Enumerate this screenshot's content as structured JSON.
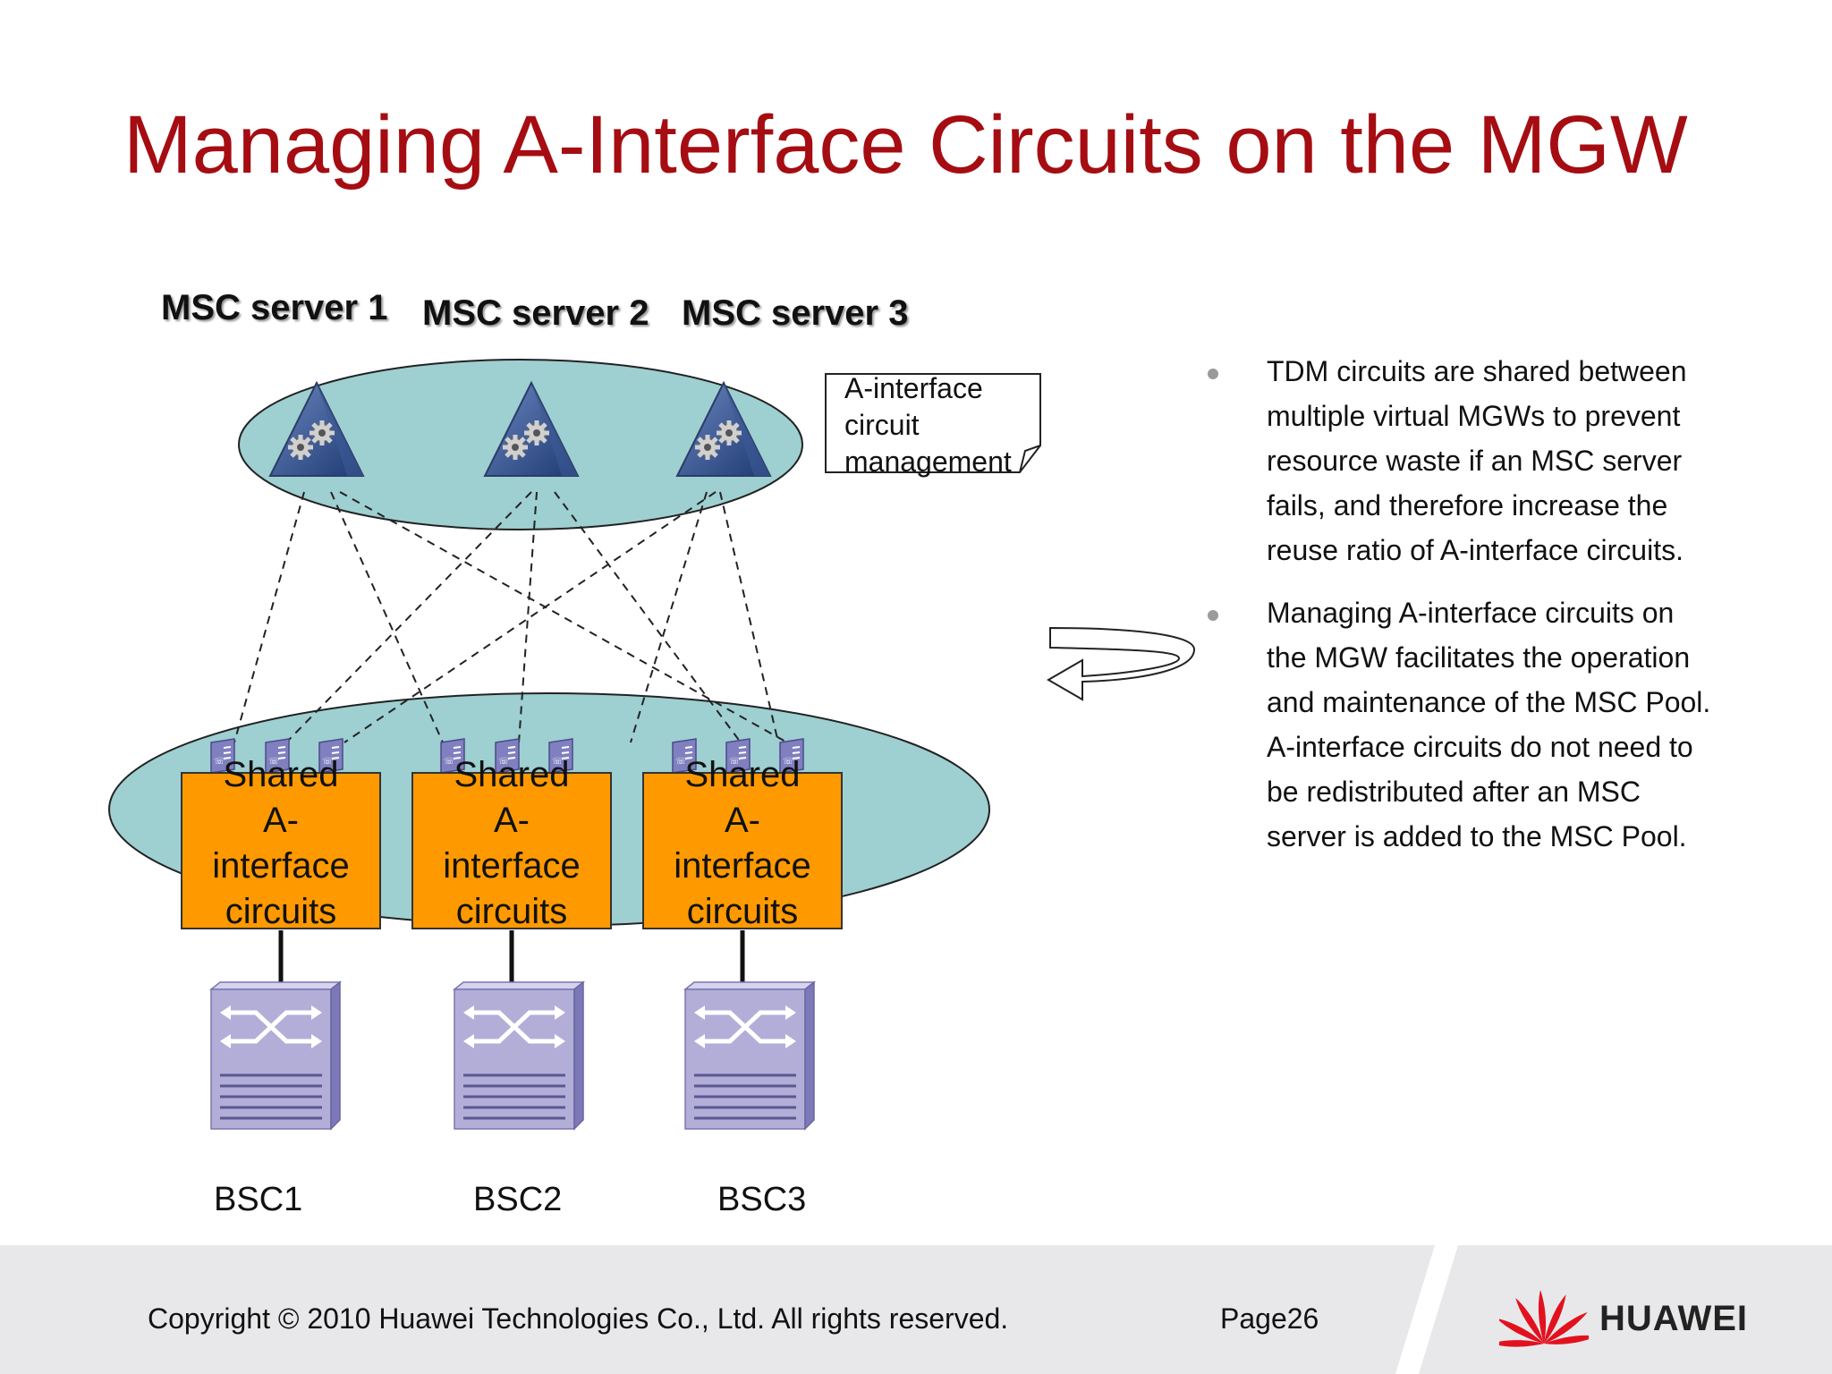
{
  "title": "Managing A-Interface Circuits on the MGW",
  "servers": [
    "MSC server 1",
    "MSC server 2",
    "MSC server 3"
  ],
  "note": "A-interface\ncircuit\nmanagement",
  "circuit_label": "Shared\nA-\ninterface\ncircuits",
  "bscs": [
    "BSC1",
    "BSC2",
    "BSC3"
  ],
  "bullets": [
    "TDM circuits are shared between multiple virtual MGWs to prevent resource waste if an MSC server fails, and therefore increase the reuse ratio of A-interface circuits.",
    "Managing A-interface circuits on the MGW facilitates the operation and maintenance of the MSC Pool. A-interface circuits do not need to be redistributed after an MSC server is added to the MSC Pool."
  ],
  "footer": {
    "copyright": "Copyright © 2010 Huawei Technologies Co., Ltd. All rights reserved.",
    "page": "Page26",
    "brand": "HUAWEI"
  },
  "colors": {
    "title": "#a50d12",
    "ellipse_fill": "#9ecfd1",
    "circuit_box": "#ff9900",
    "bsc_device": "#b3aed8",
    "footer_bg": "#e8e8ea",
    "logo_red": "#e1121e"
  }
}
